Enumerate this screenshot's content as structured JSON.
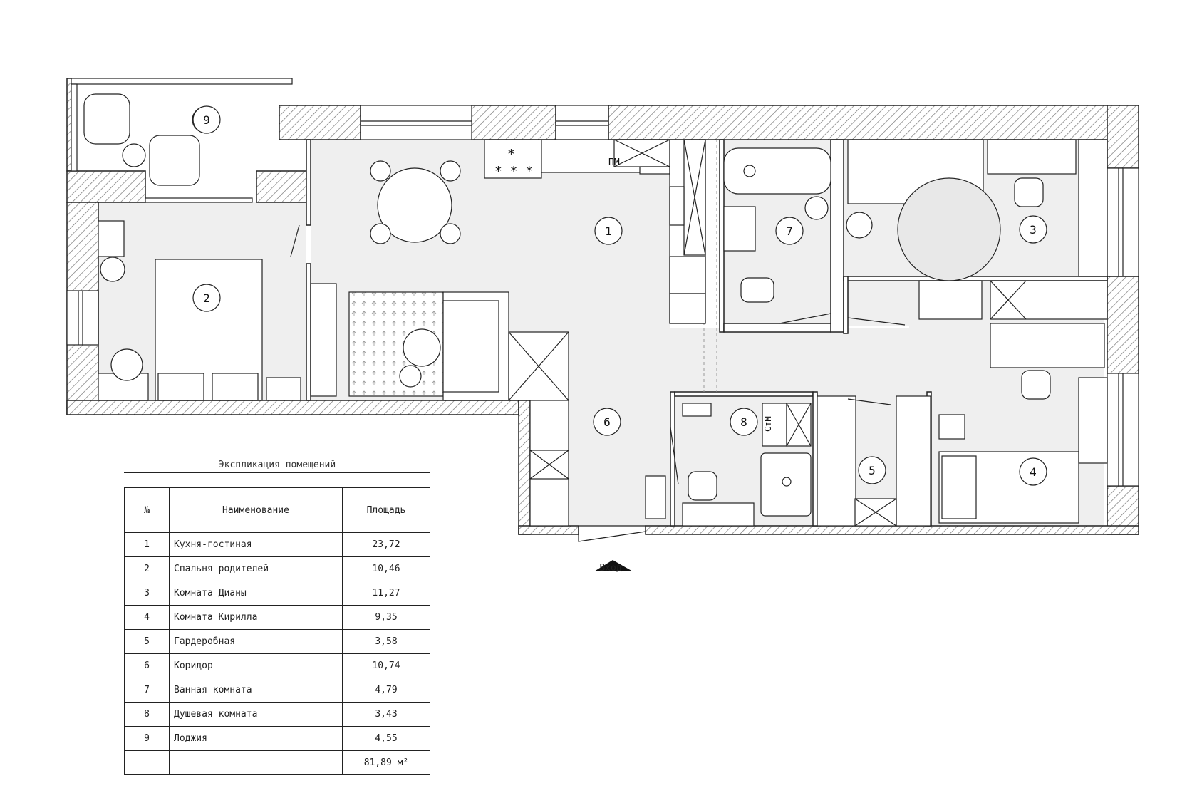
{
  "rooms": [
    {
      "num": "1"
    },
    {
      "num": "2"
    },
    {
      "num": "3"
    },
    {
      "num": "4"
    },
    {
      "num": "5"
    },
    {
      "num": "6"
    },
    {
      "num": "7"
    },
    {
      "num": "8"
    },
    {
      "num": "9"
    }
  ],
  "fixture_labels": {
    "dishwasher": "ПМ",
    "washer": "СтМ",
    "stove_top": "*",
    "stove_bottom": "* * *"
  },
  "entrance_label": "Вход",
  "explication": {
    "caption": "Экспликация помещений",
    "headers": {
      "num": "№",
      "name": "Наименование",
      "area": "Площадь"
    },
    "rows": [
      {
        "num": "1",
        "name": "Кухня-гостиная",
        "area": "23,72"
      },
      {
        "num": "2",
        "name": "Спальня родителей",
        "area": "10,46"
      },
      {
        "num": "3",
        "name": "Комната Дианы",
        "area": "11,27"
      },
      {
        "num": "4",
        "name": "Комната Кирилла",
        "area": "9,35"
      },
      {
        "num": "5",
        "name": "Гардеробная",
        "area": "3,58"
      },
      {
        "num": "6",
        "name": "Коридор",
        "area": "10,74"
      },
      {
        "num": "7",
        "name": "Ванная комната",
        "area": "4,79"
      },
      {
        "num": "8",
        "name": "Душевая комната",
        "area": "3,43"
      },
      {
        "num": "9",
        "name": "Лоджия",
        "area": "4,55"
      }
    ],
    "total": "81,89 м²"
  }
}
